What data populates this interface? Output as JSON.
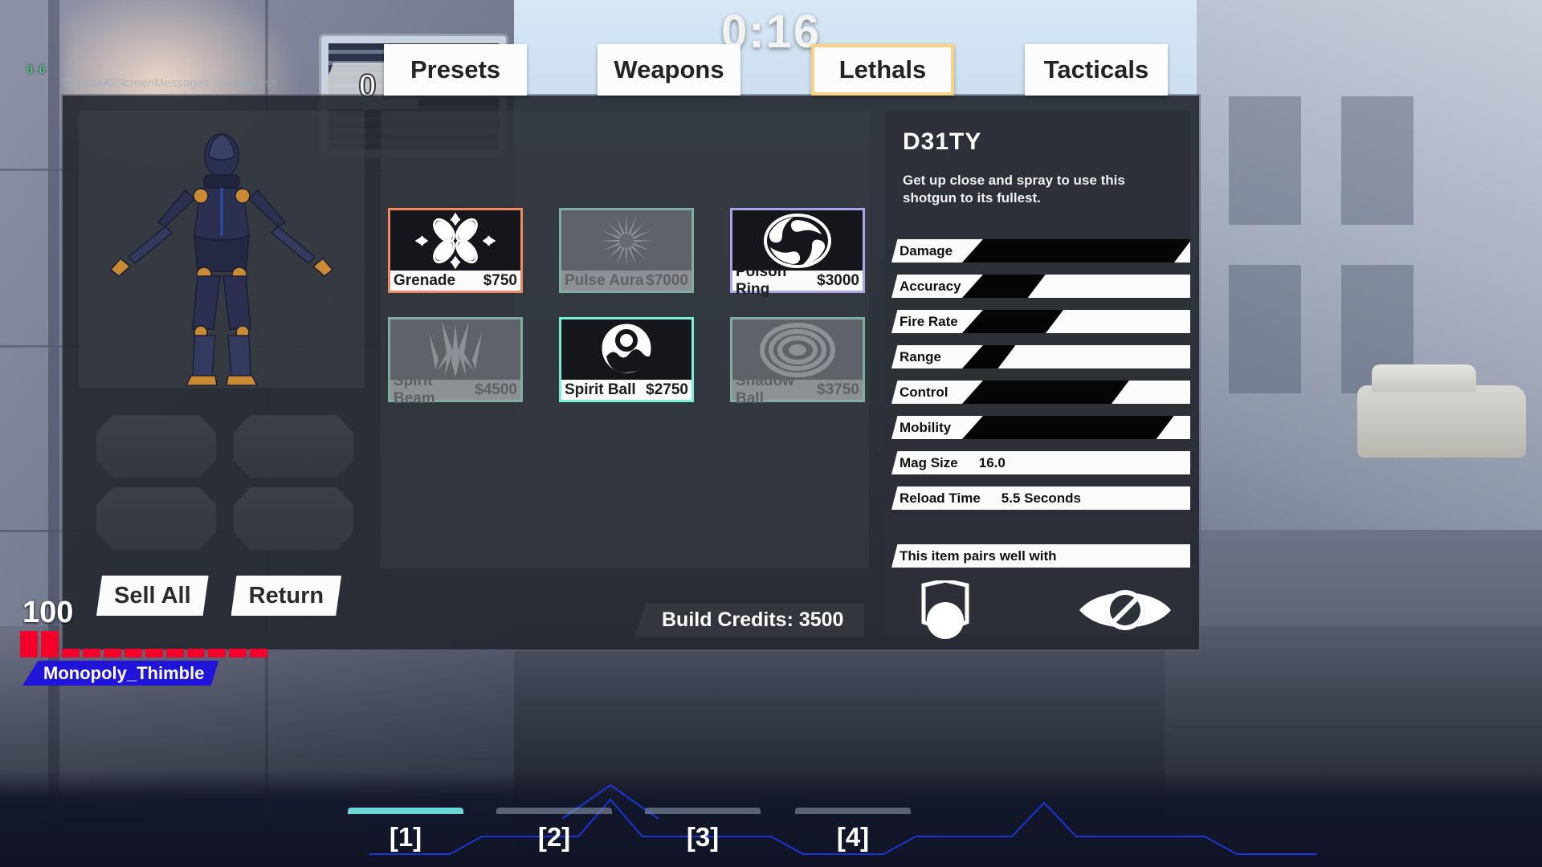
{
  "hud": {
    "timer": "0:16",
    "score": "0",
    "debug_value": "0.0",
    "debug_message": "'DisableAllScreenMessages' to suppress",
    "health": "100",
    "player_name": "Monopoly_Thimble",
    "weapon_slots": [
      "[1]",
      "[2]",
      "[3]",
      "[4]"
    ],
    "selected_weapon_slot": 0
  },
  "tabs": [
    {
      "label": "Presets",
      "active": false
    },
    {
      "label": "Weapons",
      "active": false
    },
    {
      "label": "Lethals",
      "active": true
    },
    {
      "label": "Tacticals",
      "active": false
    }
  ],
  "buttons": {
    "sell_all": "Sell All",
    "return": "Return"
  },
  "credits": {
    "label": "Build Credits: 3500"
  },
  "items": [
    {
      "name": "Grenade",
      "price": "$750",
      "icon": "flower-burst-icon",
      "state": "afford",
      "border": "#ef8a63"
    },
    {
      "name": "Pulse Aura",
      "price": "$7000",
      "icon": "starburst-icon",
      "state": "locked",
      "border": "#7fae9f"
    },
    {
      "name": "Poison Ring",
      "price": "$3000",
      "icon": "vortex-ring-icon",
      "state": "afford",
      "border": "#a9a6e8"
    },
    {
      "name": "Spirit Beam",
      "price": "$4500",
      "icon": "lightning-beam-icon",
      "state": "locked",
      "border": "#7fae9f"
    },
    {
      "name": "Spirit Ball",
      "price": "$2750",
      "icon": "spirit-orb-icon",
      "state": "afford",
      "border": "#79f0d2"
    },
    {
      "name": "Shadow Ball",
      "price": "$3750",
      "icon": "concentric-rings-icon",
      "state": "locked",
      "border": "#7fae9f"
    }
  ],
  "info": {
    "title": "D31TY",
    "description": "Get up close and spray to use this shotgun to its fullest.",
    "stats": [
      {
        "label": "Damage",
        "fill_pct": 93
      },
      {
        "label": "Accuracy",
        "fill_pct": 44
      },
      {
        "label": "Fire Rate",
        "fill_pct": 50
      },
      {
        "label": "Range",
        "fill_pct": 34
      },
      {
        "label": "Control",
        "fill_pct": 72
      },
      {
        "label": "Mobility",
        "fill_pct": 87
      }
    ],
    "text_stats": [
      {
        "label": "Mag Size",
        "value": "16.0"
      },
      {
        "label": "Reload Time",
        "value": "5.5 Seconds"
      }
    ],
    "pairs_label": "This item pairs well with",
    "pairs_icons": [
      "shield-helmet-icon",
      "eye-blocked-icon"
    ]
  },
  "colors": {
    "tab_active_border": "#ffd27f",
    "health": "#f4002a",
    "nameplate": "#1f14d8",
    "selected_slot": "#6ad6d6"
  }
}
